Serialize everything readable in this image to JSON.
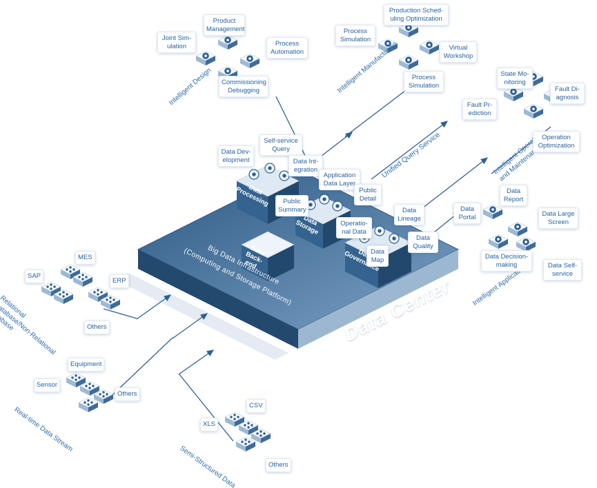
{
  "colors": {
    "accent": "#2d5f93",
    "label_text": "#27629e",
    "platform_top_dark": "#2e5a84",
    "platform_top_light": "#7ba0c4",
    "platform_left_face": "#24496e",
    "platform_right_face": "#9cb8d0",
    "cube_top": "#dfe9f3",
    "cube_left_face": "#35638f",
    "cube_right_face": "#23486d",
    "white": "#ffffff"
  },
  "icons": {
    "source_chip": "isometric-chip-with-4-dots",
    "module_chip": "isometric-chip-with-circle-badge",
    "cube_badge": "round-module-badge",
    "flow_arrow": "blue-arrow"
  },
  "platform": {
    "title": "Data Center",
    "subtitle_line1": "Big Data Infrastructure",
    "subtitle_line2": "(Computing and Storage Platform)",
    "cubes": {
      "processing": "Data Processing",
      "storage": "Data Storage",
      "governance": "Data Governance",
      "backend": "Data Back-end"
    },
    "modules": {
      "data_development": "Data Dev-elopment",
      "self_service_query": "Self-service Query",
      "data_integration": "Data Int-egration",
      "application_data_layer": "Application Data Layer",
      "public_summary": "Public Summary",
      "public_detail": "Public Detail",
      "operational_data": "Operatio-nal Data",
      "data_lineage": "Data Lineage",
      "data_quality": "Data Quality",
      "data_map": "Data Map"
    }
  },
  "flows": {
    "unified_query_service": "Unified Query Service"
  },
  "clusters": {
    "intelligent_design": {
      "axis": "Intelligent Design",
      "items": {
        "joint_simulation": "Joint Sim-ulation",
        "product_management": "Product Management",
        "process_automation": "Process Automation",
        "commissioning_debugging": "Commissioning Debugging"
      }
    },
    "intelligent_manufacturing": {
      "axis": "Intelligent Manufacturing",
      "items": {
        "process_simulation_top": "Process Simulation",
        "production_scheduling_optimization": "Production Sched-uling Optimization",
        "virtual_workshop": "Virtual Workshop",
        "process_simulation_bottom": "Process Simulation"
      }
    },
    "intelligent_operation_maintenance": {
      "axis": "Intelligent Operation and Maintenance",
      "items": {
        "state_monitoring": "State Mo-nitoring",
        "fault_diagnosis": "Fault Di-agnosis",
        "fault_prediction": "Fault Pr-ediction",
        "operation_optimization": "Operation Optimization"
      }
    },
    "intelligent_application": {
      "axis": "Intelligent Application",
      "items": {
        "data_report": "Data Report",
        "data_large_screen": "Data Large Screen",
        "data_portal": "Data Portal",
        "data_decision_making": "Data Decision-making",
        "data_self_service": "Data Self-service"
      }
    },
    "relational_database": {
      "axis": "Relational Database/Non-Relational Database",
      "items": {
        "sap": "SAP",
        "mes": "MES",
        "erp": "ERP",
        "others": "Others"
      }
    },
    "real_time_data_stream": {
      "axis": "Real-time Data Stream",
      "items": {
        "equipment": "Equipment",
        "sensor": "Sensor",
        "others": "Others"
      }
    },
    "semi_structured_data": {
      "axis": "Semi-Structured Data",
      "items": {
        "xls": "XLS",
        "csv": "CSV",
        "others": "Others"
      }
    }
  }
}
